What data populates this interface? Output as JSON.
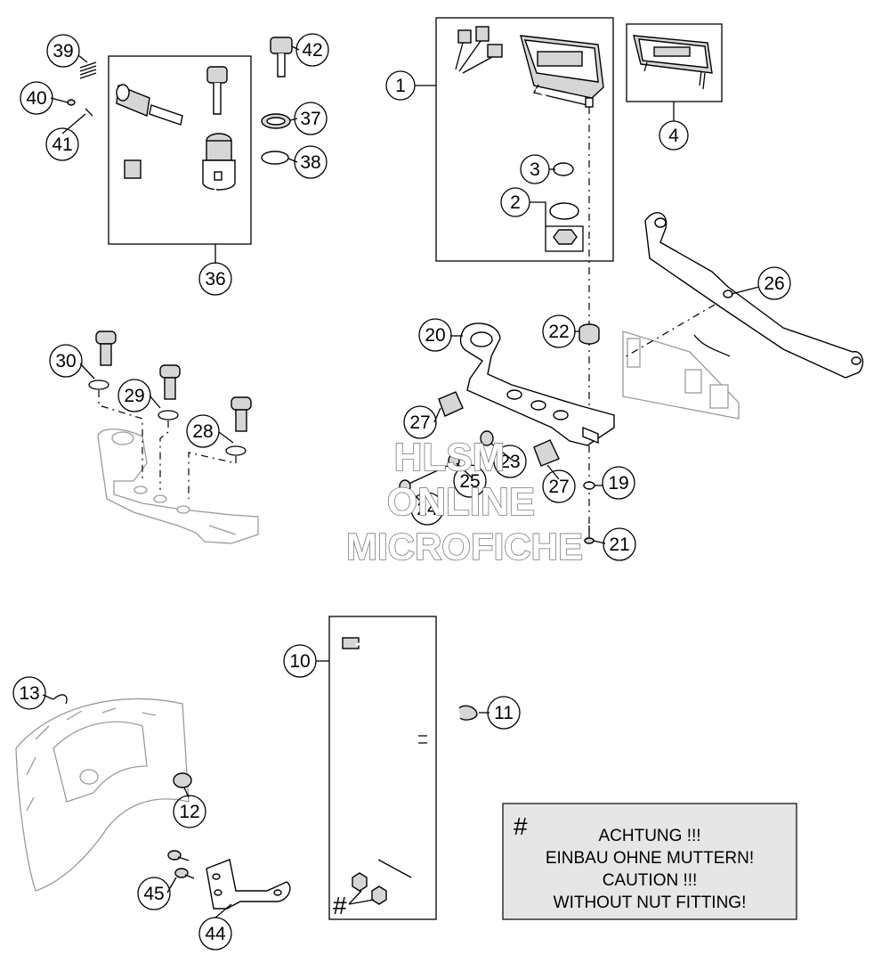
{
  "callouts": [
    "1",
    "2",
    "3",
    "4",
    "10",
    "11",
    "12",
    "13",
    "19",
    "20",
    "21",
    "22",
    "23",
    "24",
    "25",
    "26",
    "27",
    "27",
    "28",
    "29",
    "30",
    "36",
    "37",
    "38",
    "39",
    "40",
    "41",
    "42",
    "44",
    "45"
  ],
  "watermark": {
    "line1": "HLSM",
    "line2": "ONLINE",
    "line3": "MICROFICHE"
  },
  "notice": {
    "symbol": "#",
    "line1": "ACHTUNG !!!",
    "line2": "EINBAU OHNE MUTTERN!",
    "line3": "CAUTION !!!",
    "line4": "WITHOUT NUT FITTING!"
  },
  "cable_marker": "#",
  "colors": {
    "ink": "#000000",
    "panel_fill": "#e6e6e6",
    "ghost_gray": "#9a9a9a"
  }
}
